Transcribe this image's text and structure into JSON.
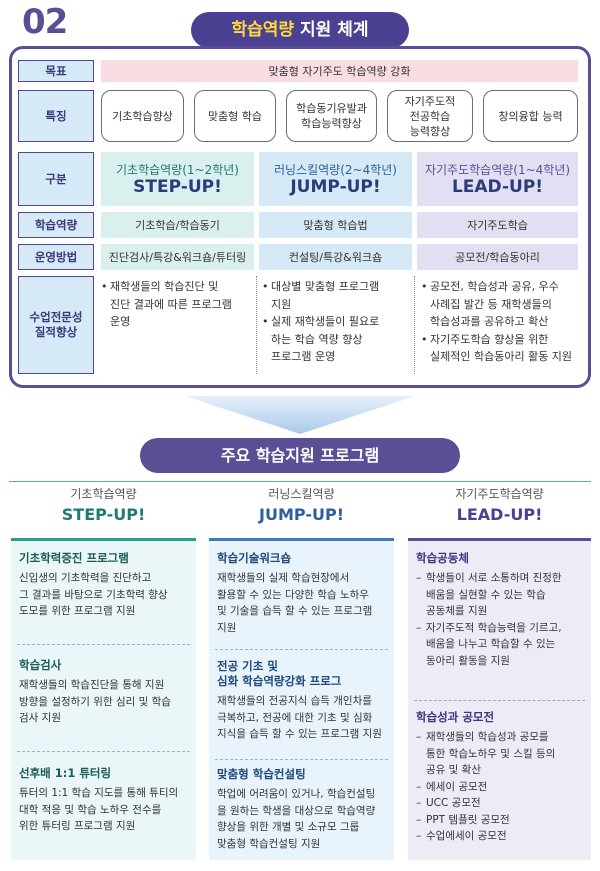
{
  "header": {
    "number": "02",
    "title_highlight": "학습역량",
    "title_rest": " 지원 체계"
  },
  "table": {
    "goal_label": "목표",
    "goal_text": "맞춤형 자기주도 학습역량 강화",
    "feature_label": "특징",
    "features": [
      "기초학습향상",
      "맞춤형 학습",
      "학습동기유발과\n학습능력향상",
      "자기주도적\n전공학습\n능력향상",
      "창의융합 능력"
    ],
    "category_label": "구분",
    "categories": [
      {
        "sub": "기초학습역량(1~2학년)",
        "main": "STEP-UP!"
      },
      {
        "sub": "러닝스킬역량(2~4학년)",
        "main": "JUMP-UP!"
      },
      {
        "sub": "자기주도학습역량(1~4학년)",
        "main": "LEAD-UP!"
      }
    ],
    "competency_label": "학습역량",
    "competencies": [
      "기초학습/학습동기",
      "맞춤형 학습법",
      "자기주도학습"
    ],
    "method_label": "운영방법",
    "methods": [
      "진단검사/특강&워크숍/튜터링",
      "컨설팅/특강&워크숍",
      "공모전/학습동아리"
    ],
    "quality_label": "수업전문성\n질적향상",
    "quality": [
      [
        "재학생들의 학습진단 및\n진단 결과에 따른 프로그램\n운영"
      ],
      [
        "대상별 맞춤형 프로그램\n지원",
        "실제 재학생들이 필요로\n하는 학습 역량 향상\n프로그램 운영"
      ],
      [
        "공모전, 학습성과 공유, 우수\n사례집 발간 등 재학생들의\n학습성과를 공유하고 확산",
        "자기주도학습 향상을 위한\n실제적인 학습동아리 활동 지원"
      ]
    ]
  },
  "programs": {
    "title": "주요 학습지원 프로그램",
    "columns": [
      {
        "sub": "기초학습역량",
        "main": "STEP-UP!",
        "sections": [
          {
            "title": "기초학력증진 프로그램",
            "desc": "신입생의 기초학력을 진단하고\n그 결과를 바탕으로 기초학력 향상\n도모를 위한 프로그램 지원"
          },
          {
            "title": "학습검사",
            "desc": "재학생들의 학습진단을 통해 지원\n방향을 설정하기 위한 심리 및 학습\n검사 지원"
          },
          {
            "title": "선후배 1:1 튜터링",
            "desc": "튜터의 1:1 학습 지도를 통해 튜티의\n대학 적응 및 학습 노하우 전수를\n위한 튜터링 프로그램 지원"
          }
        ]
      },
      {
        "sub": "러닝스킬역량",
        "main": "JUMP-UP!",
        "sections": [
          {
            "title": "학습기술워크숍",
            "desc": "재학생들의 실제 학습현장에서\n활용할 수 있는 다양한 학습 노하우\n및 기술을 습득 할 수 있는 프로그램\n지원"
          },
          {
            "title": "전공 기초 및\n심화 학습역량강화 프로그",
            "desc": "재학생들의 전공지식 습득 개인차를\n극복하고, 전공에 대한 기초 및 심화\n지식을 습득 할 수 있는 프로그램 지원"
          },
          {
            "title": "맞춤형 학습컨설팅",
            "desc": "학업에 어려움이 있거나, 학습컨설팅\n을 원하는 학생을 대상으로 학습역량\n향상을 위한 개별 및 소규모 그룹\n맞춤형 학습컨설팅 지원"
          }
        ]
      },
      {
        "sub": "자기주도학습역량",
        "main": "LEAD-UP!",
        "sections": [
          {
            "title": "학습공동체",
            "items": [
              "학생들이 서로 소통하며 진정한\n배움을 실현할 수 있는 학습\n공동체를 지원",
              "자기주도적 학습능력을 기르고,\n배움을 나누고 학습할 수 있는\n동아리 활동을 지원"
            ]
          },
          {
            "title": "학습성과 공모전",
            "items": [
              "재학생들의 학습성과 공모를\n통한 학습노하우 및 스킬 등의\n공유 및 확산",
              "에세이 공모전",
              "UCC 공모전",
              "PPT 템플릿 공모전",
              "수업에세이 공모전"
            ]
          }
        ]
      }
    ]
  },
  "colors": {
    "primary": "#5a4f95",
    "highlight": "#ffd93d",
    "teal": "#2a9d8f",
    "blue": "#3a7bbf",
    "goal_bg": "#f9dde3"
  }
}
